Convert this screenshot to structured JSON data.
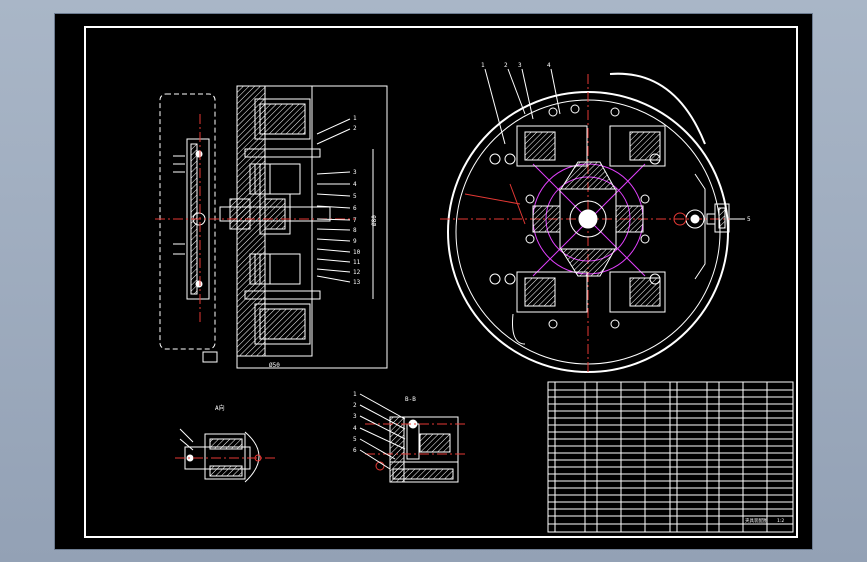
{
  "drawing": {
    "theme": {
      "background": "#000000",
      "line": "#ffffff",
      "centerline": "#e53935",
      "construction": "#e040fb"
    },
    "front_view": {
      "callouts": [
        "1",
        "2",
        "3",
        "4",
        "5",
        "6",
        "7",
        "8",
        "9",
        "10",
        "11",
        "12",
        "13"
      ],
      "dimension_overall": "Ø80",
      "dimension_bottom": "Ø50"
    },
    "plan_view": {
      "callouts": [
        "1",
        "2",
        "3",
        "4",
        "5"
      ]
    },
    "detail_a": {
      "title": "A向"
    },
    "detail_b": {
      "title": "B-B",
      "callouts": [
        "1",
        "2",
        "3",
        "4",
        "5",
        "6"
      ]
    },
    "title_block": {
      "drawing_name": "夹具装配图",
      "scale": "1:2"
    }
  }
}
